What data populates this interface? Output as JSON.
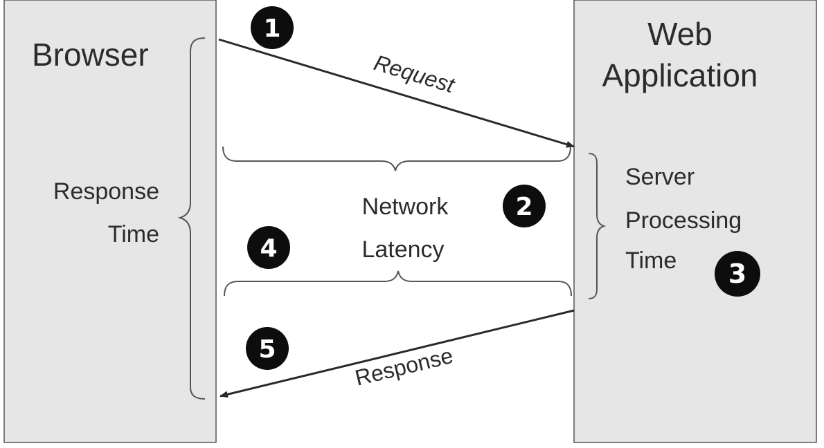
{
  "participants": {
    "browser": "Browser",
    "web_app_line1": "Web",
    "web_app_line2": "Application"
  },
  "messages": {
    "request": "Request",
    "response": "Response"
  },
  "intervals": {
    "response_time_line1": "Response",
    "response_time_line2": "Time",
    "network_latency_line1": "Network",
    "network_latency_line2": "Latency",
    "server_processing_line1": "Server",
    "server_processing_line2": "Processing",
    "server_processing_line3": "Time"
  },
  "steps": [
    "1",
    "2",
    "3",
    "4",
    "5"
  ],
  "colors": {
    "lane_fill": "#e6e6e6",
    "line": "#2a2a2a",
    "text": "#2b2b2b",
    "badge": "#0d0d0d"
  }
}
